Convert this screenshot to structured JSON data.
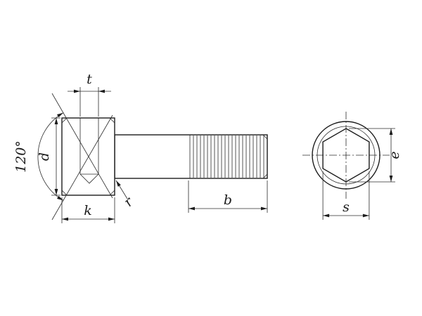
{
  "figure": {
    "type": "technical-drawing",
    "labels": {
      "t": "t",
      "angle": "120°",
      "d": "d",
      "k": "k",
      "r": "r",
      "b": "b",
      "e": "e",
      "s": "s"
    },
    "colors": {
      "line": "#1c1c1c",
      "dim_line": "#2b2b2b",
      "background": "#ffffff"
    }
  }
}
